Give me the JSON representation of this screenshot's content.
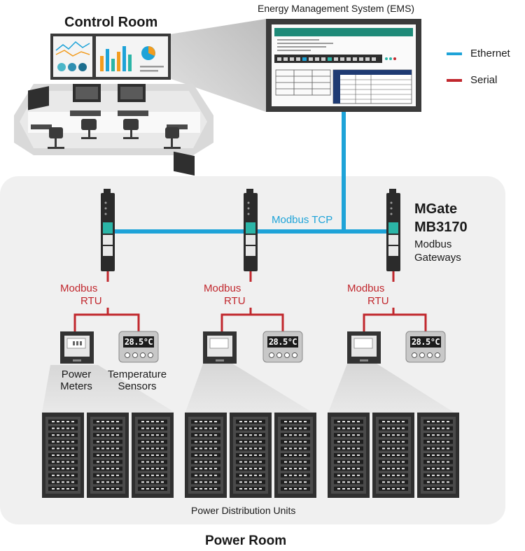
{
  "control_room": {
    "title": "Control Room"
  },
  "ems": {
    "title": "Energy Management System (EMS)"
  },
  "legend": {
    "items": [
      {
        "label": "Ethernet",
        "color": "#1ea3d8"
      },
      {
        "label": "Serial",
        "color": "#c1272d"
      }
    ]
  },
  "network": {
    "modbus_tcp_label": "Modbus TCP"
  },
  "gateway": {
    "name_line1": "MGate",
    "name_line2": "MB3170",
    "desc_line1": "Modbus",
    "desc_line2": "Gateways"
  },
  "rtu": [
    {
      "line1": "Modbus",
      "line2": "RTU"
    },
    {
      "line1": "Modbus",
      "line2": "RTU"
    },
    {
      "line1": "Modbus",
      "line2": "RTU"
    }
  ],
  "devices": {
    "power_meters_line1": "Power",
    "power_meters_line2": "Meters",
    "temperature_sensors_line1": "Temperature",
    "temperature_sensors_line2": "Sensors",
    "sensor_display": [
      "28.5°C",
      "28.5°C",
      "28.5°C"
    ]
  },
  "pdu": {
    "label": "Power Distribution Units"
  },
  "power_room": {
    "title": "Power Room"
  }
}
